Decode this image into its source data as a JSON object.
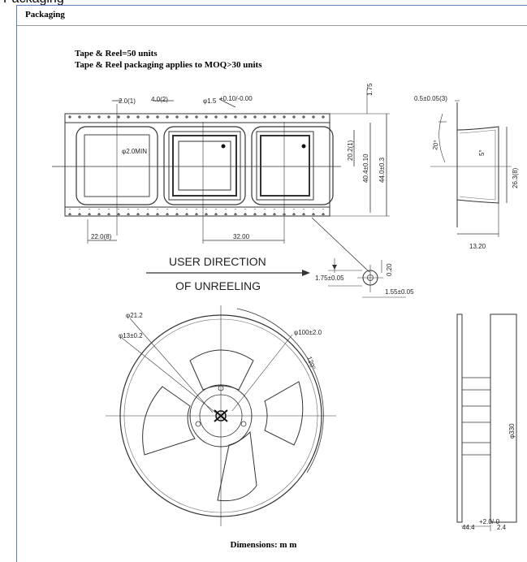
{
  "crop_fragment": "Packaging",
  "section_title": "Packaging",
  "notes": {
    "line1": "Tape & Reel=50 units",
    "line2": "Tape & Reel packaging applies to MOQ>30 units"
  },
  "tape": {
    "pitch_top": "2.0(1)",
    "pitch_mid": "4.0(2)",
    "hole_dia": "φ1.5",
    "hole_tol": "+0.10/-0.00",
    "tape_edge": "1.75",
    "pocket_hole": "φ2.0MIN",
    "pocket_width": "20.2(1)",
    "pocket_span": "40.4±0.10",
    "tape_width": "44.0±0.3",
    "pocket_offset": "22.0(8)",
    "pocket_pitch": "32.00"
  },
  "side_view": {
    "thickness": "0.5±0.05(3)",
    "angle_a": "20°",
    "angle_b": "5°",
    "depth": "26.3(8)",
    "width": "13.20"
  },
  "unreeling": {
    "line1": "USER DIRECTION",
    "line2": "OF UNREELING"
  },
  "detail": {
    "height": "1.75±0.05",
    "dim": "0.20",
    "offset": "1.55±0.05"
  },
  "reel": {
    "hub_outer": "φ21.2",
    "hub_inner": "φ13±0.2",
    "outer": "φ100±2.0",
    "angle": "120°"
  },
  "reel_side": {
    "diameter": "φ330",
    "width": "44.4",
    "width_tol": "+2.0/-0",
    "flange": "2.4"
  },
  "dimensions_note": "Dimensions: m m"
}
